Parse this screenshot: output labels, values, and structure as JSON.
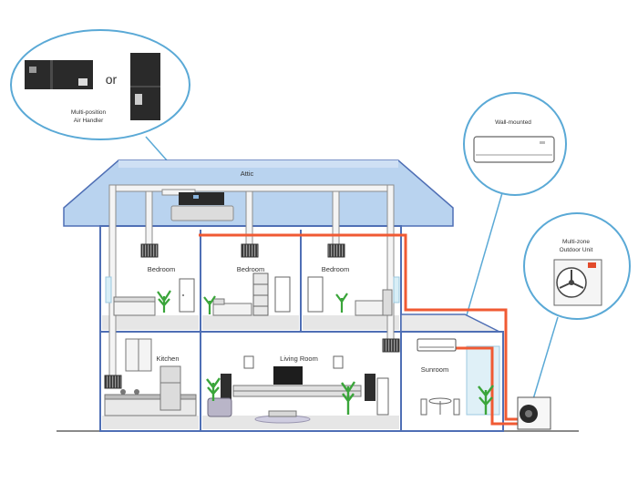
{
  "labels": {
    "attic": "Attic",
    "bedroom_1": "Bedroom",
    "bedroom_2": "Bedroom",
    "bedroom_3": "Bedroom",
    "kitchen": "Kitchen",
    "living_room": "Living Room",
    "sunroom": "Sunroom",
    "or": "or",
    "air_handler_line1": "Multi-position",
    "air_handler_line2": "Air Handler",
    "wall_mounted": "Wall-mounted",
    "outdoor_line1": "Multi-zone",
    "outdoor_line2": "Outdoor Unit"
  },
  "colors": {
    "roof": "#b9d3ef",
    "wall_outline": "#4f6fb5",
    "duct": "#f4f4f4",
    "refrigerant_line": "#f05a33",
    "callout_ring": "#5aa9d6",
    "floor": "#e6e6e6",
    "unit_dark": "#2a2a2a"
  },
  "icons": {
    "ceiling_register": "vent-grille-icon",
    "plant": "plant-icon",
    "outdoor_unit": "fan-icon"
  }
}
